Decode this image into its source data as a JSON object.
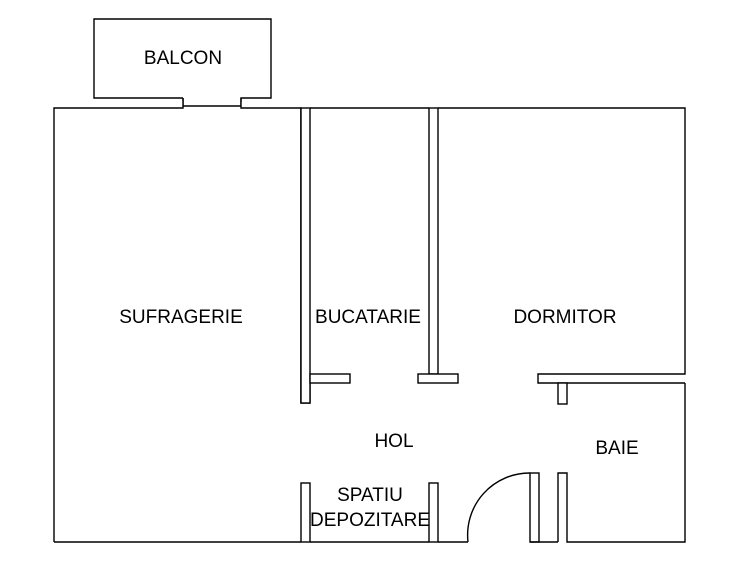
{
  "rooms": {
    "balcon": "BALCON",
    "sufragerie": "SUFRAGERIE",
    "bucatarie": "BUCATARIE",
    "dormitor": "DORMITOR",
    "hol": "HOL",
    "baie": "BAIE",
    "spatiu_line1": "SPATIU",
    "spatiu_line2": "DEPOZITARE"
  },
  "colors": {
    "line": "#000000",
    "background": "#ffffff"
  }
}
